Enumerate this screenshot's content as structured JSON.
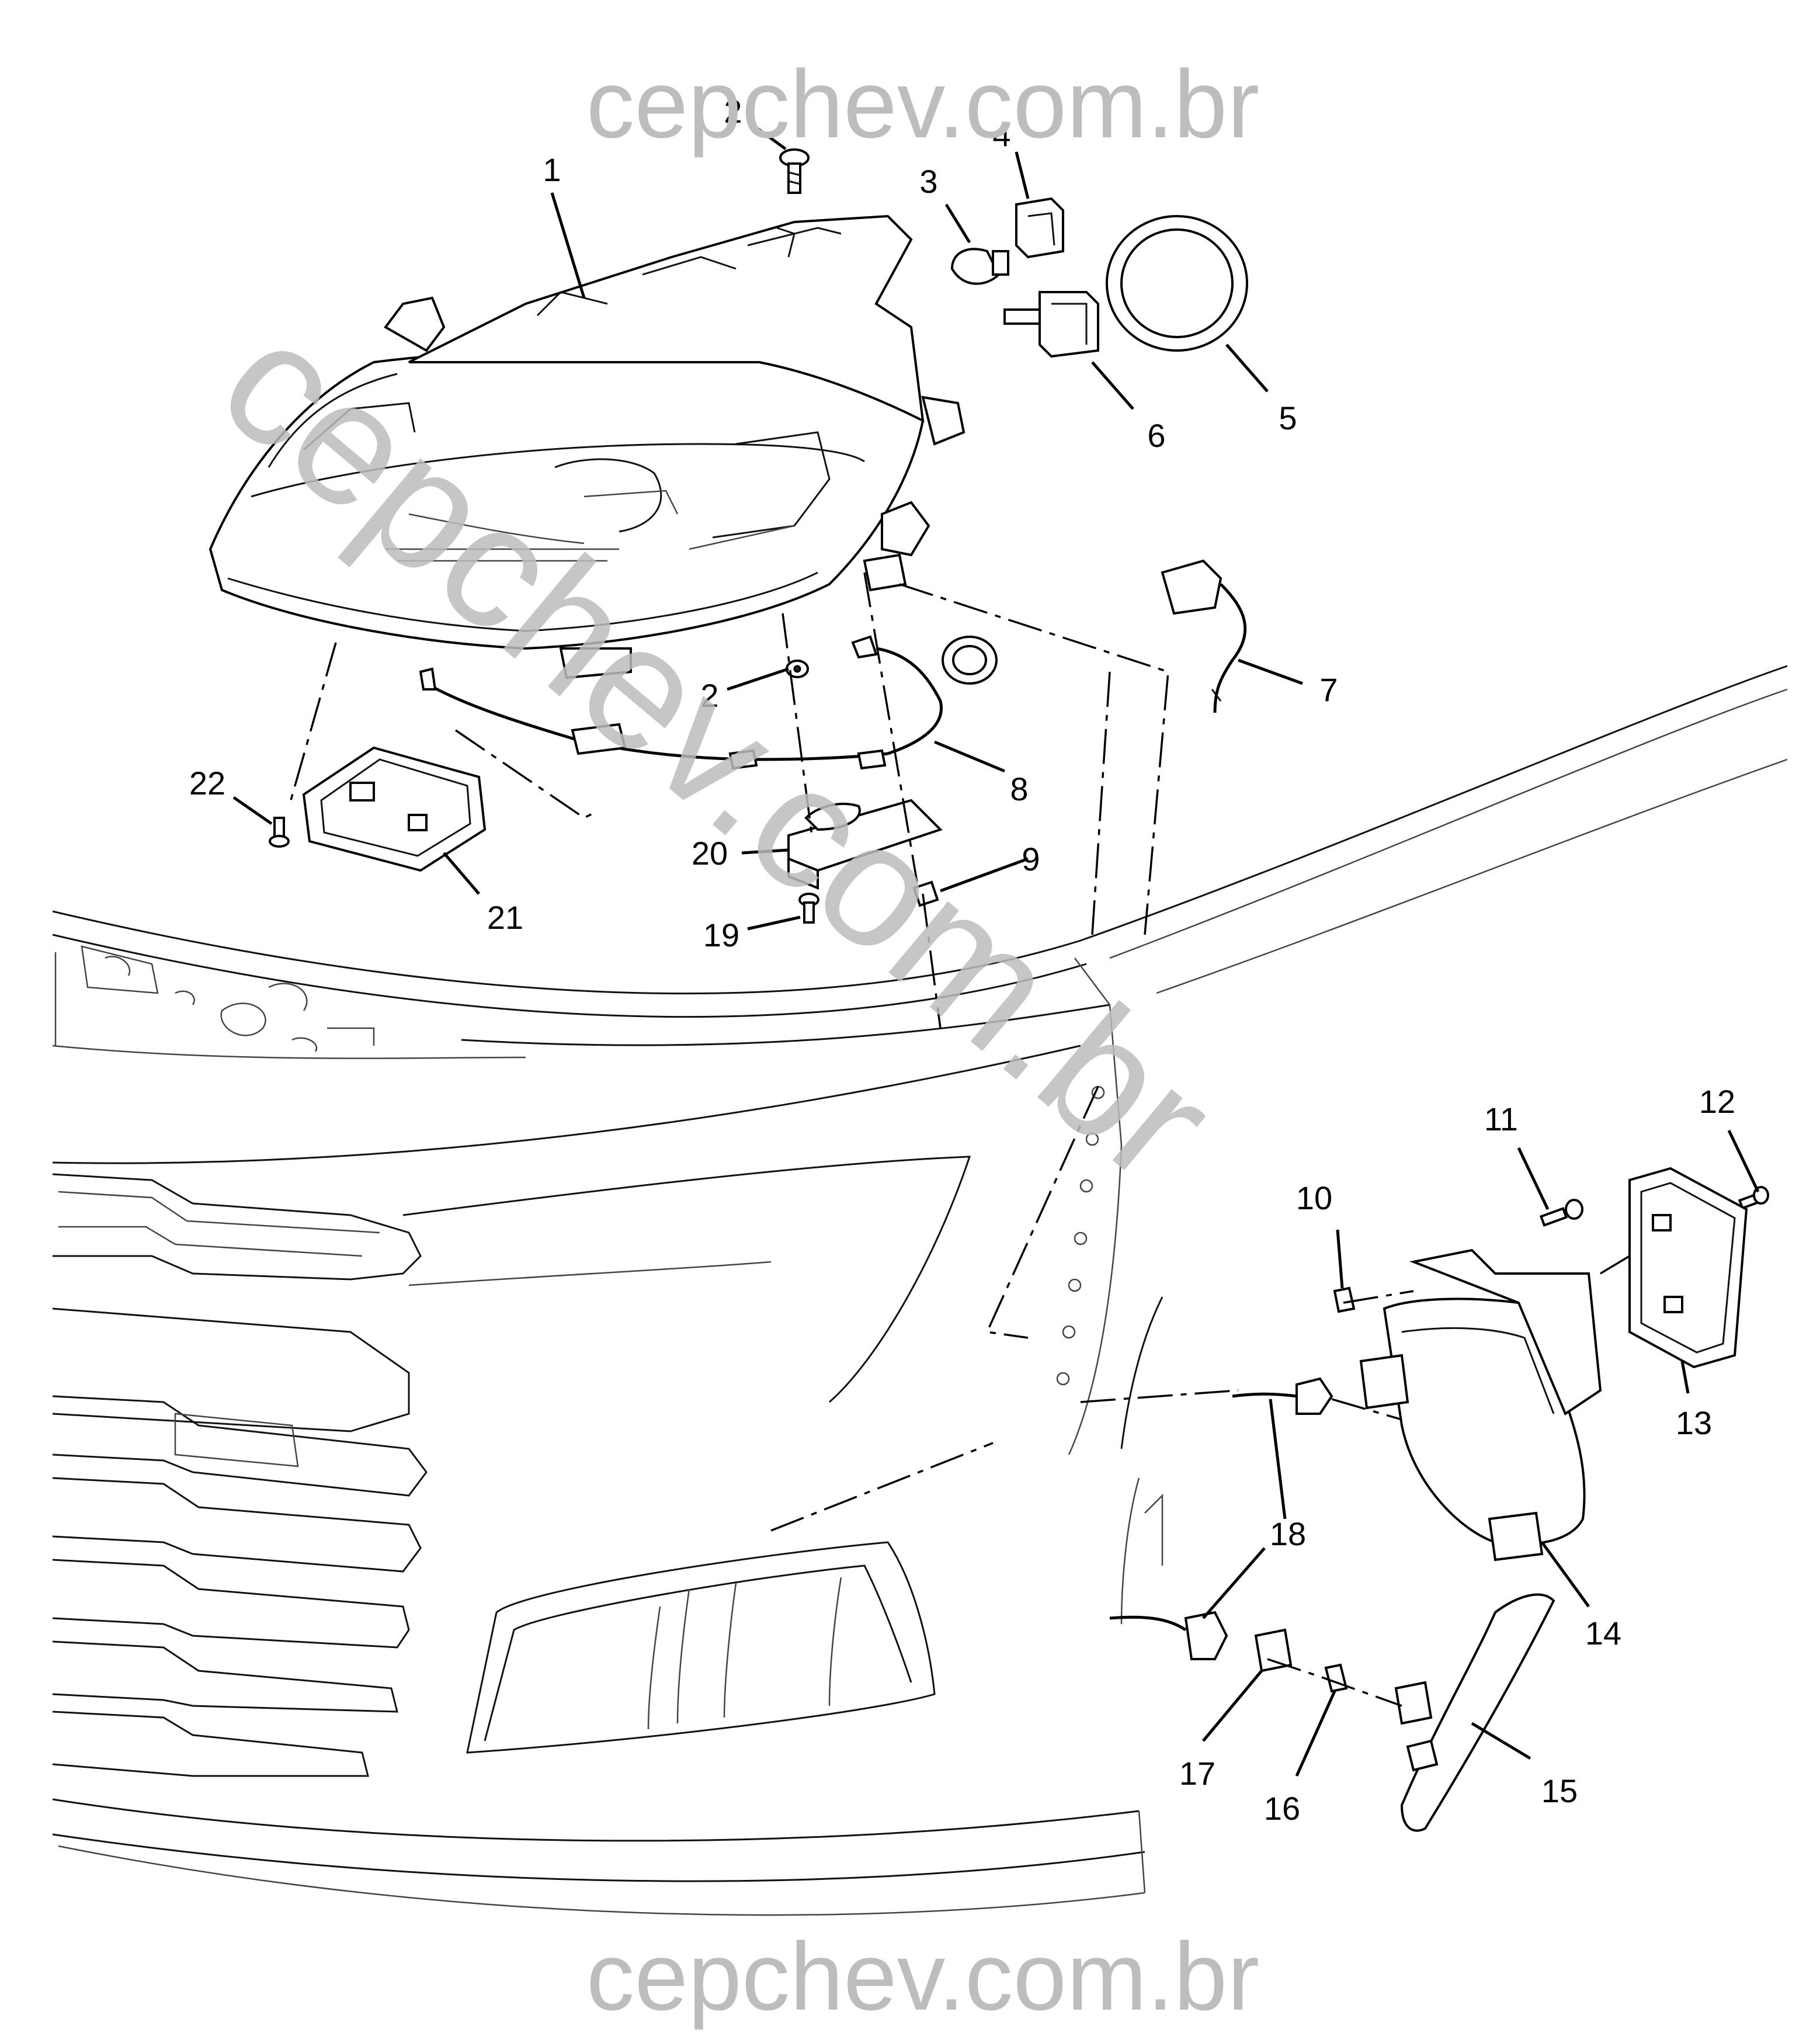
{
  "watermark": {
    "top": "cepchev.com.br",
    "bottom": "cepchev.com.br",
    "diagonal": "cepchev.com.br",
    "color": "#bdbdbd"
  },
  "callouts": [
    {
      "id": "c1",
      "label": "1"
    },
    {
      "id": "c2a",
      "label": "2"
    },
    {
      "id": "c2b",
      "label": "2"
    },
    {
      "id": "c3",
      "label": "3"
    },
    {
      "id": "c4",
      "label": "4"
    },
    {
      "id": "c5",
      "label": "5"
    },
    {
      "id": "c6",
      "label": "6"
    },
    {
      "id": "c7",
      "label": "7"
    },
    {
      "id": "c8",
      "label": "8"
    },
    {
      "id": "c9",
      "label": "9"
    },
    {
      "id": "c10",
      "label": "10"
    },
    {
      "id": "c11",
      "label": "11"
    },
    {
      "id": "c12",
      "label": "12"
    },
    {
      "id": "c13",
      "label": "13"
    },
    {
      "id": "c14",
      "label": "14"
    },
    {
      "id": "c15",
      "label": "15"
    },
    {
      "id": "c16",
      "label": "16"
    },
    {
      "id": "c17",
      "label": "17"
    },
    {
      "id": "c18",
      "label": "18"
    },
    {
      "id": "c19",
      "label": "19"
    },
    {
      "id": "c20",
      "label": "20"
    },
    {
      "id": "c21",
      "label": "21"
    },
    {
      "id": "c22",
      "label": "22"
    }
  ]
}
